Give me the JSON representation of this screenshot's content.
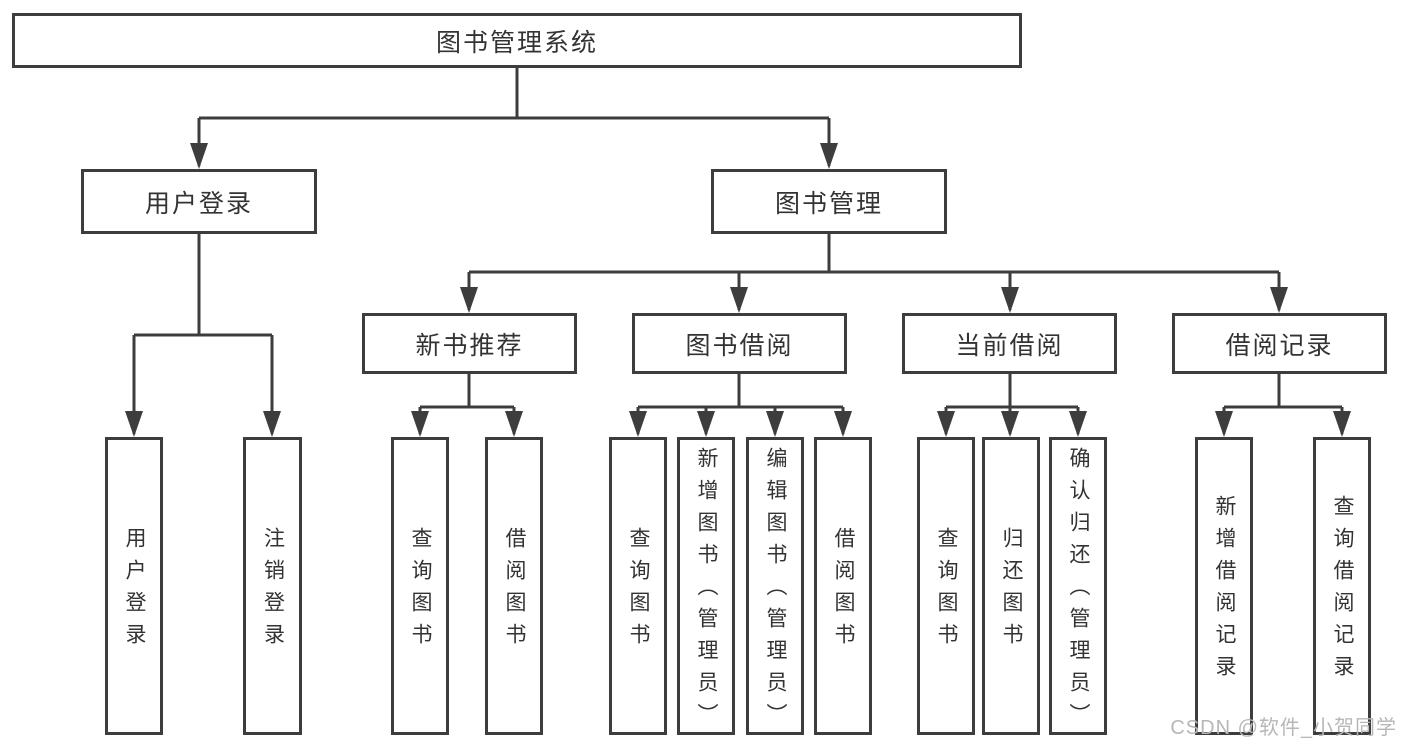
{
  "diagram": {
    "root": {
      "label": "图书管理系统"
    },
    "level2": [
      {
        "id": "user-login",
        "label": "用户登录"
      },
      {
        "id": "book-management",
        "label": "图书管理"
      }
    ],
    "level3": [
      {
        "id": "new-book-recommendation",
        "label": "新书推荐"
      },
      {
        "id": "book-borrowing",
        "label": "图书借阅"
      },
      {
        "id": "current-borrowing",
        "label": "当前借阅"
      },
      {
        "id": "borrowing-records",
        "label": "借阅记录"
      }
    ],
    "leaves": [
      {
        "id": "user-login-action",
        "label": "用户登录"
      },
      {
        "id": "logout-action",
        "label": "注销登录"
      },
      {
        "id": "query-books-recommend",
        "label": "查询图书"
      },
      {
        "id": "borrow-books-recommend",
        "label": "借阅图书"
      },
      {
        "id": "query-books-borrowing",
        "label": "查询图书"
      },
      {
        "id": "add-book-admin",
        "label": "新增图书（管理员）"
      },
      {
        "id": "edit-book-admin",
        "label": "编辑图书（管理员）"
      },
      {
        "id": "borrow-books-borrowing",
        "label": "借阅图书"
      },
      {
        "id": "query-books-current",
        "label": "查询图书"
      },
      {
        "id": "return-books",
        "label": "归还图书"
      },
      {
        "id": "confirm-return-admin",
        "label": "确认归还（管理员）"
      },
      {
        "id": "add-borrow-record",
        "label": "新增借阅记录"
      },
      {
        "id": "query-borrow-record",
        "label": "查询借阅记录"
      }
    ]
  },
  "watermark": {
    "text": "CSDN @软件_小贺同学"
  },
  "colors": {
    "line": "#3d3d3d",
    "box_border": "#3d3d3d",
    "text": "#333333",
    "box_background": "#ffffff",
    "page_background": "#ffffff",
    "watermark": "#b7b7b7"
  }
}
